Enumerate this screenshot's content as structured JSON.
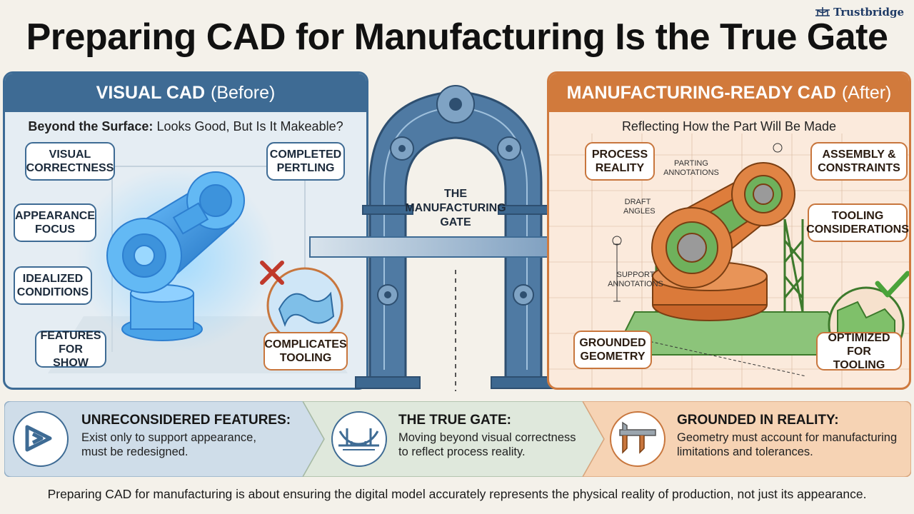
{
  "brand": {
    "name": "Trustbridge"
  },
  "title": "Preparing CAD for Manufacturing Is the True Gate",
  "left_panel": {
    "heading": "VISUAL CAD",
    "heading_sub": "(Before)",
    "subtitle_bold": "Beyond the Surface:",
    "subtitle_rest": "Looks Good, But Is It Makeable?",
    "tags": {
      "visual_correctness": "VISUAL CORRECTNESS",
      "appearance_focus": "APPEARANCE FOCUS",
      "idealized_conditions": "IDEALIZED CONDITIONS",
      "features_for_show": "FEATURES FOR SHOW",
      "completed_pertling": "COMPLETED PERTLING",
      "complicates_tooling": "COMPLICATES TOOLING"
    }
  },
  "gate": {
    "label": "THE MANUFACTURING GATE"
  },
  "right_panel": {
    "heading": "MANUFACTURING-READY CAD",
    "heading_sub": "(After)",
    "subtitle": "Reflecting How the Part Will Be Made",
    "tags": {
      "process_reality": "PROCESS REALITY",
      "assembly_constraints": "ASSEMBLY & CONSTRAINTS",
      "tooling_considerations": "TOOLING CONSIDERATIONS",
      "grounded_geometry": "GROUNDED GEOMETRY",
      "optimized_for_tooling": "OPTIMIZED FOR TOOLING"
    },
    "annotations": {
      "parting": "PARTING ANNOTATIONS",
      "draft": "DRAFT ANGLES",
      "support": "SUPPORT ANNOTATIONS"
    }
  },
  "bottom": [
    {
      "title": "UNRECONSIDERED FEATURES:",
      "desc1": "Exist only to support appearance,",
      "desc2": "must be redesigned.",
      "icon": "impossible-triangle-icon"
    },
    {
      "title": "THE TRUE GATE:",
      "desc1": "Moving beyond visual correctness",
      "desc2": "to reflect process reality.",
      "icon": "bridge-icon"
    },
    {
      "title": "GROUNDED IN REALITY:",
      "desc1": "Geometry must account for manufacturing",
      "desc2": "limitations and tolerances.",
      "icon": "caliper-icon"
    }
  ],
  "footer": "Preparing CAD for manufacturing is about ensuring the digital model accurately represents the physical reality of production, not just its appearance.",
  "colors": {
    "blue": "#3e6b94",
    "orange": "#d17a3c",
    "green": "#5aa845",
    "red": "#c0392b"
  }
}
